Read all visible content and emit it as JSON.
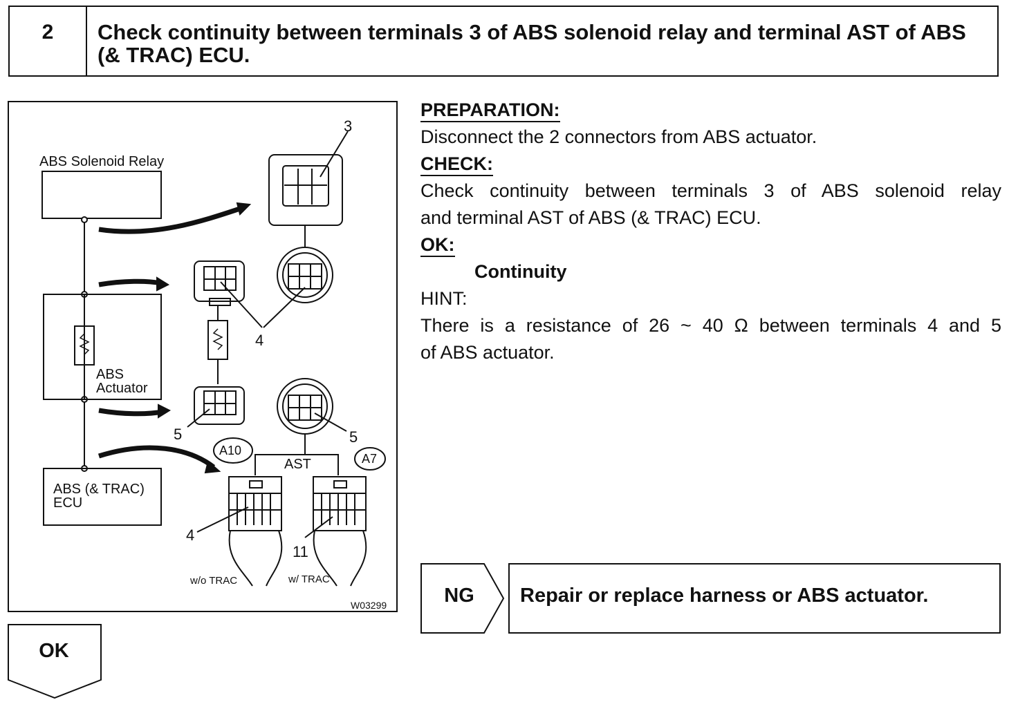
{
  "header": {
    "step_number": "2",
    "title": "Check continuity between terminals 3 of ABS solenoid relay and terminal AST of ABS (& TRAC) ECU."
  },
  "figure": {
    "label_relay": "ABS Solenoid Relay",
    "label_actuator_1": "ABS",
    "label_actuator_2": "Actuator",
    "label_ecu_1": "ABS (& TRAC)",
    "label_ecu_2": "ECU",
    "terminal_3": "3",
    "terminal_4a": "4",
    "terminal_5a": "5",
    "terminal_5b": "5",
    "terminal_4b": "4",
    "terminal_11": "11",
    "connector_a10": "A10",
    "connector_a7": "A7",
    "ast": "AST",
    "wo_trac": "w/o TRAC",
    "w_trac": "w/ TRAC",
    "figure_id": "W03299"
  },
  "instructions": {
    "preparation_heading": "PREPARATION:",
    "preparation_text": "Disconnect the 2 connectors from ABS actuator.",
    "check_heading": "CHECK:",
    "check_line_1": "Check continuity between terminals 3 of ABS solenoid relay",
    "check_line_2": "and terminal AST of ABS (& TRAC) ECU.",
    "ok_heading": "OK:",
    "ok_value": "Continuity",
    "hint_heading": "HINT:",
    "hint_line_1": "There is a resistance of 26 ~ 40 Ω between terminals 4 and 5",
    "hint_line_2": "of ABS actuator."
  },
  "result_ng": {
    "label": "NG",
    "action": "Repair or replace harness or ABS actuator."
  },
  "result_ok": {
    "label": "OK"
  }
}
